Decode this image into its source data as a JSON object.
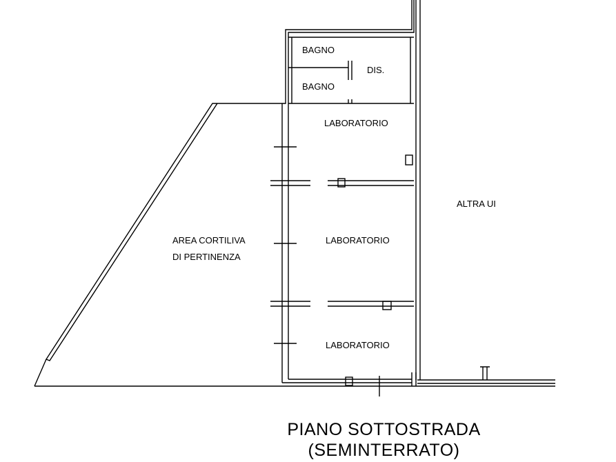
{
  "floor_plan": {
    "rooms": {
      "bathroom_top": "BAGNO",
      "bathroom_bottom": "BAGNO",
      "hallway": "DIS.",
      "lab_top": "LABORATORIO",
      "lab_middle": "LABORATORIO",
      "lab_bottom": "LABORATORIO",
      "other_unit": "ALTRA UI",
      "courtyard_line1": "AREA CORTILIVA",
      "courtyard_line2": "DI PERTINENZA"
    },
    "title_line1": "PIANO SOTTOSTRADA",
    "title_line2": "(SEMINTERRATO)"
  },
  "colors": {
    "line": "#000000",
    "background": "#ffffff"
  }
}
